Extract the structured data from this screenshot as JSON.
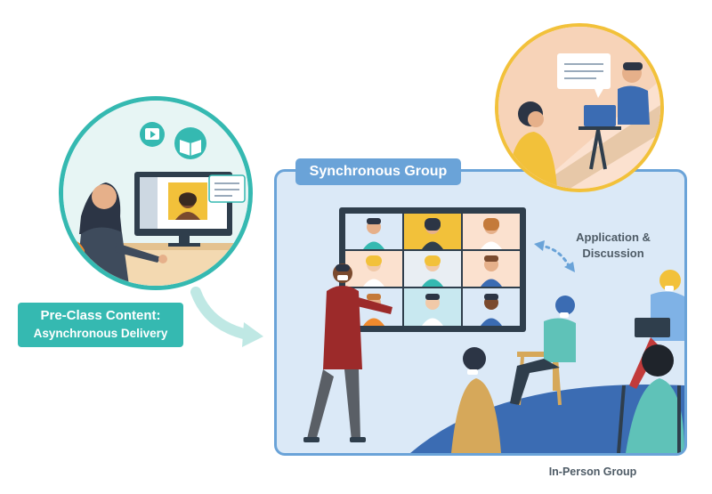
{
  "pre_class": {
    "line1": "Pre-Class Content:",
    "line2": "Asynchronous Delivery"
  },
  "synchronous": {
    "label": "Synchronous Group"
  },
  "discussion": {
    "line1": "Application &",
    "line2": "Discussion"
  },
  "in_person": {
    "label": "In-Person Group"
  },
  "colors": {
    "teal": "#35b9b1",
    "blue": "#6aa3d8",
    "panel_bg": "#dbe9f7",
    "gold": "#f2c13a",
    "text_gray": "#4e5b66"
  },
  "video_grid_tiles": 9
}
